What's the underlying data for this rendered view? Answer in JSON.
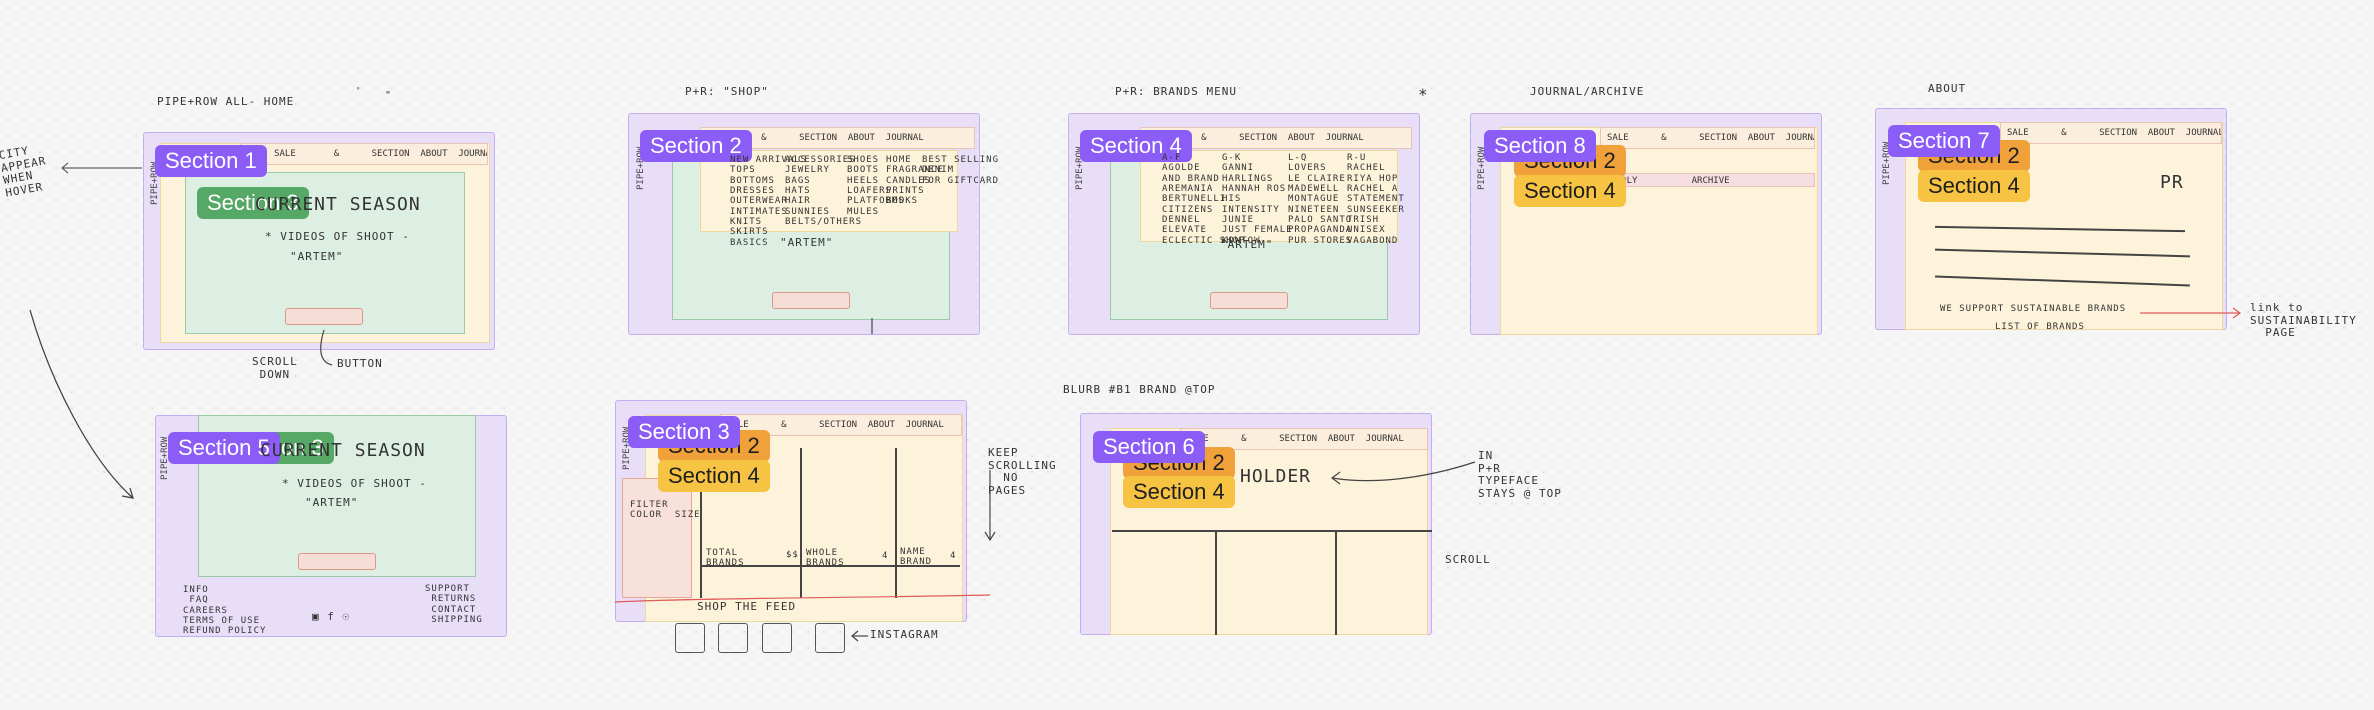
{
  "notes": {
    "city_hover": "CITY\nAPPEAR\nWHEN\nHOVER",
    "home_title": "PIPE+ROW  ALL- HOME",
    "shop_title": "P+R: \"SHOP\"",
    "brands_title": "P+R: BRANDS MENU",
    "journal_title": "JOURNAL/ARCHIVE",
    "about_title": "ABOUT",
    "scroll_down": "SCROLL\n DOWN",
    "button": "BUTTON",
    "blurb": "BLURB #B1 BRAND @TOP",
    "keep_scrolling": "KEEP\nSCROLLING\n  NO\nPAGES",
    "in_typeface": "IN\nP+R\nTYPEFACE\nSTAYS @ TOP",
    "scroll": "SCROLL",
    "shop_the_feed": "SHOP THE FEED",
    "instagram": "INSTAGRAM",
    "link_to": "link to\nSUSTAINABILITY\n  PAGE",
    "we_support": "WE SUPPORT SUSTAINABLE BRANDS",
    "list_of_brands": "LIST OF BRANDS",
    "pr": "PR",
    "current_season": "CURRENT SEASON",
    "current_season_2": "CURRENT  SEASON",
    "videos_of_shoot": "* VIDEOS OF SHOOT -",
    "artem": "\"ARTEM\"",
    "artem_small": "\"ARTEM\"",
    "footer_left": "INFO\n FAQ\nCAREERS\nTERMS OF USE\nREFUND POLICY",
    "footer_right": "SUPPORT\n RETURNS\n CONTACT\n SHIPPING",
    "footer_icons": "▣  f  ☉",
    "filter": "FILTER\nCOLOR  SIZE",
    "holder": "HOLDER",
    "sidebar_text": "PIPE+ROW",
    "nav_text": "     SALE       &      SECTION  ABOUT  JOURNAL",
    "nav_text_2": "SALE      &      SECTION  ABOUT  JOURNAL",
    "shop_menu_1": "NEW ARRIVALS\nTOPS\nBOTTOMS\nDRESSES\nOUTERWEAR\nINTIMATES\nKNITS\nSKIRTS\nBASICS",
    "shop_menu_2": "ACCESSORIES\nJEWELRY\nBAGS\nHATS\nHAIR\nSUNNIES\nBELTS/OTHERS",
    "shop_menu_3": "SHOES\nBOOTS\nHEELS\nLOAFERS\nPLATFORMS\nMULES",
    "shop_menu_4": "HOME\nFRAGRANCE\nCANDLES\nPRINTS\nBOOKS",
    "shop_menu_5": "BEST SELLING\nDENIM\nFOR GIFTCARD",
    "brand_col_1": "A-F\nAGOLDE\nAND BRAND\nAREMANIA\nBERTUNELLI\nCITIZENS\nDENNEL\nELEVATE\nECLECTIC SHOP",
    "brand_col_2": "G-K\nGANNI\nHARLINGS\nHANNAH ROS\nHIS\nINTENSITY\nJUNIE\nJUST FEMALE\nKOWTOW",
    "brand_col_3": "L-Q\nLOVERS\nLE CLAIRE\nMADEWELL\nMONTAGUE\nNINETEEN\nPALO SANTO\nPROPAGANDA\nPUR STORES",
    "brand_col_4": "R-U\nRACHEL\nRIYA HOP\nRACHEL A\nSTATEMENT\nSUNSEEKER\nTRISH\nUNISEX\nVAGABOND",
    "journal_nav": "MOMO FRIENDLY          ARCHIVE",
    "totals_1": "TOTAL\nBRANDS",
    "totals_2": "$$",
    "totals_3": "WHOLE\nBRANDS",
    "totals_4": "4",
    "totals_5": "NAME\nBRAND",
    "totals_6": "4"
  },
  "labels": {
    "s1": "Section 1",
    "s2": "Section 2",
    "s3": "Section 3",
    "s4": "Section 4",
    "s5": "Section 5",
    "s6": "Section 6",
    "s7": "Section 7",
    "s8": "Section 8"
  },
  "colors": {
    "section_purple": "#8b5cf6",
    "section_green": "#55a866",
    "section_orange": "#f0a13a",
    "section_yellow": "#f6c343",
    "frame_purple": "#e9def8",
    "frame_cream": "#fcf3da",
    "frame_green": "#ddefe2",
    "frame_pink": "#f7e1da"
  }
}
